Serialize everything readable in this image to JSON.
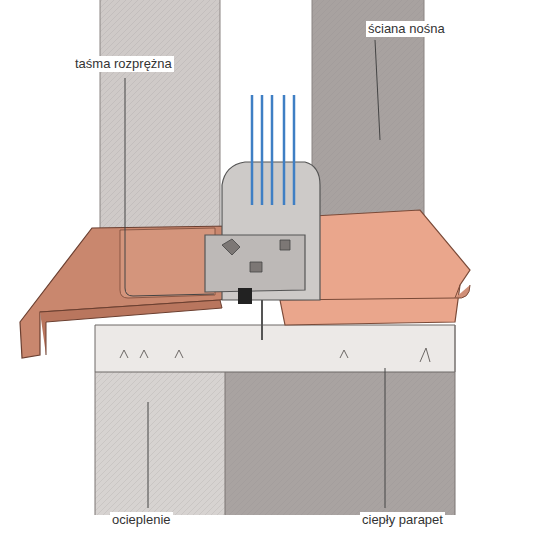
{
  "diagram": {
    "labels": [
      "taśma rozprężna",
      "ściana nośna",
      "ocieplenie",
      "ciepły parapet"
    ]
  }
}
